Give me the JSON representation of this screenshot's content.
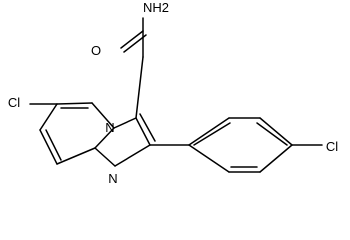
{
  "molecule": {
    "labels": {
      "nh2": "NH2",
      "o": "O",
      "cl_left": "Cl",
      "cl_right": "Cl",
      "n_ring": "N",
      "n_bottom": "N"
    },
    "colors": {
      "bond": "#000000",
      "label": "#000000",
      "background": "#ffffff"
    }
  }
}
